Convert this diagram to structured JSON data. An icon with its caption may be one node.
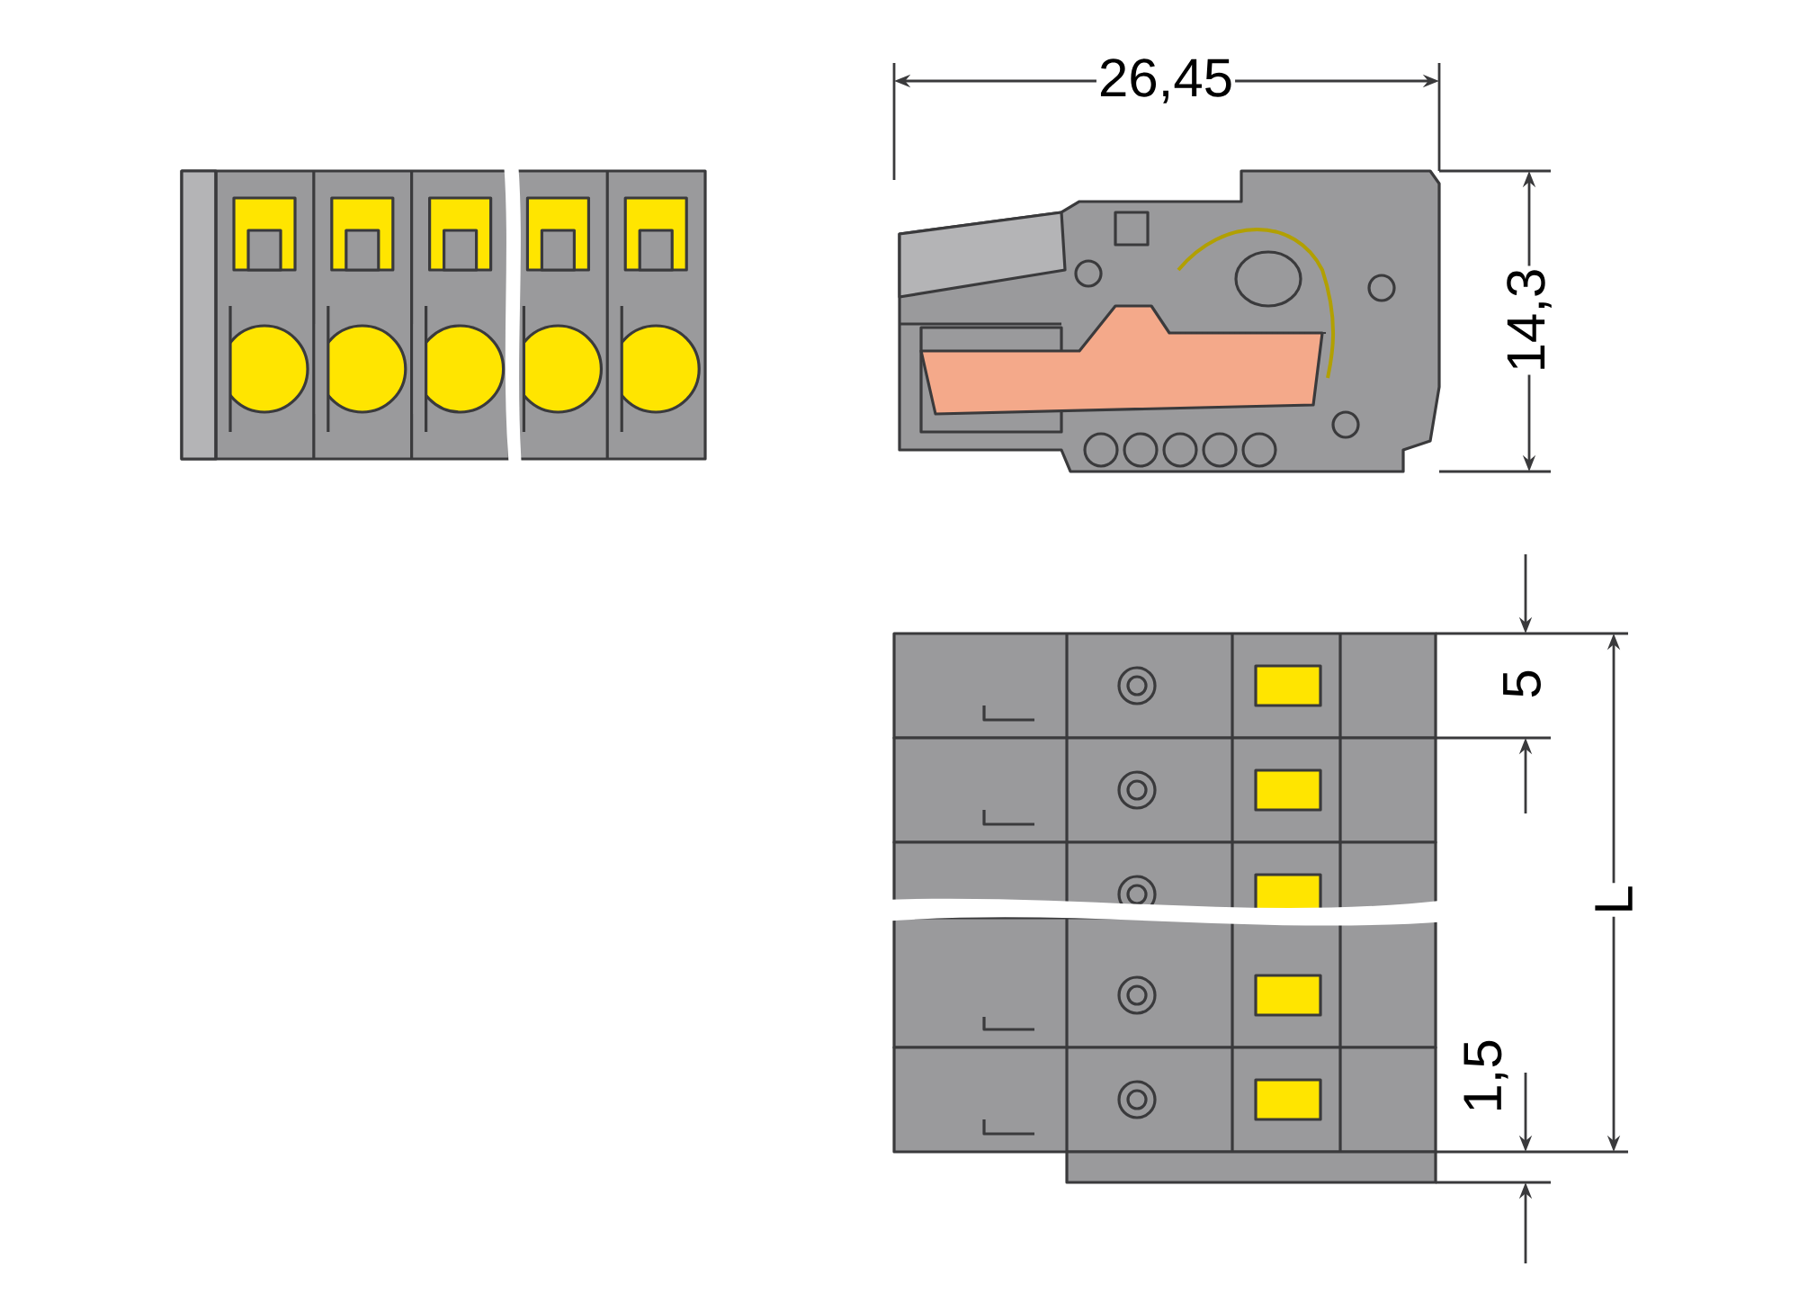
{
  "diagram": {
    "labels": [
      "26,45",
      "14,3",
      "5",
      "L",
      "1,5"
    ]
  }
}
